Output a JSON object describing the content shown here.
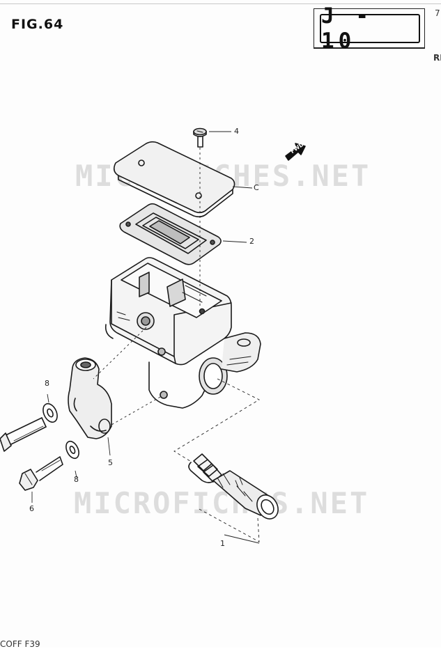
{
  "figure": {
    "label": "FIG.64",
    "code": "J - 10"
  },
  "edge_marks": {
    "top_right": "7",
    "right": "RI"
  },
  "watermark": {
    "text": "MICROFICHES.NET"
  },
  "callouts": [
    {
      "id": "part-4",
      "text": "4"
    },
    {
      "id": "part-c",
      "text": "C"
    },
    {
      "id": "part-2",
      "text": "2"
    },
    {
      "id": "part-8-upper",
      "text": "8"
    },
    {
      "id": "part-8-lower",
      "text": "8"
    },
    {
      "id": "part-5",
      "text": "5"
    },
    {
      "id": "part-6",
      "text": "6"
    },
    {
      "id": "part-1",
      "text": "1"
    }
  ],
  "direction_badge": "FWD",
  "footer": {
    "text": "COFF F39"
  }
}
